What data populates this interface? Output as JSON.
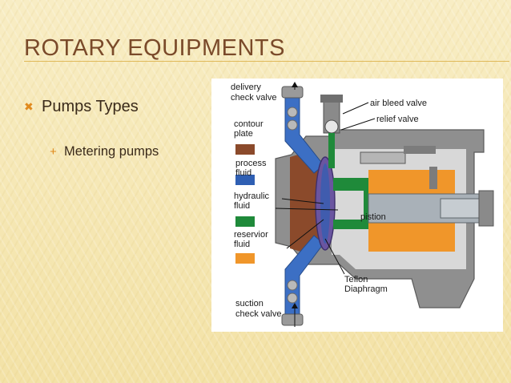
{
  "slide": {
    "title": "ROTARY EQUIPMENTS",
    "bullets": [
      {
        "label": "Pumps Types",
        "sub": [
          {
            "label": "Metering pumps"
          }
        ]
      }
    ]
  },
  "diagram": {
    "labels": {
      "delivery_line1": "delivery",
      "delivery_line2": "check valve",
      "air_bleed": "air bleed valve",
      "relief": "relief valve",
      "contour_line1": "contour",
      "contour_line2": "plate",
      "process_line1": "process",
      "process_line2": "fluid",
      "hydraulic_line1": "hydraulic",
      "hydraulic_line2": "fluid",
      "reservior_line1": "reservior",
      "reservior_line2": "fluid",
      "piston": "pistion",
      "teflon_line1": "Teflon",
      "teflon_line2": "Diaphragm",
      "suction_line1": "suction",
      "suction_line2": "check valve"
    },
    "legend_colors": {
      "contour_plate": "#8b4a2b",
      "process_fluid": "#2f5fb3",
      "hydraulic_fluid": "#1f8a3a",
      "reservior_fluid": "#f0962a"
    }
  }
}
